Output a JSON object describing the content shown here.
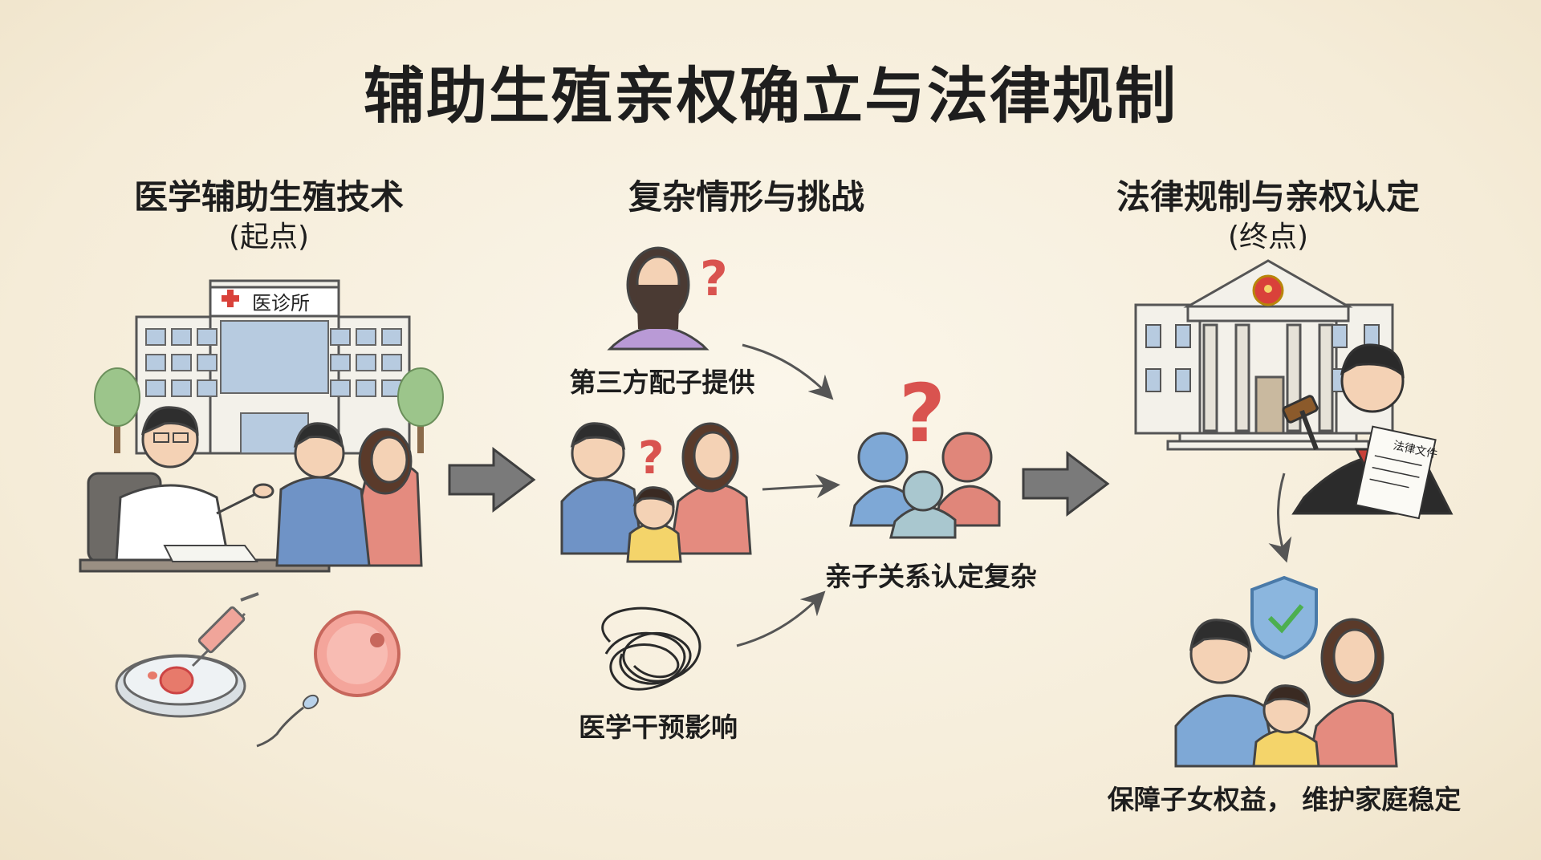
{
  "title": "辅助生殖亲权确立与法律规制",
  "columns": {
    "start": {
      "heading": "医学辅助生殖技术",
      "sub": "(起点)",
      "clinic_sign": "医诊所"
    },
    "middle": {
      "heading": "复杂情形与挑战",
      "third_party": "第三方配子提供",
      "medical_intervention": "医学干预影响",
      "result": "亲子关系认定复杂"
    },
    "end": {
      "heading": "法律规制与亲权认定",
      "sub": "(终点)",
      "document_label": "法律文件",
      "outcome": "保障子女权益， 维护家庭稳定"
    }
  },
  "icons": {
    "clinic": "hospital-building",
    "doctor": "doctor-figure",
    "couple": "couple-figures",
    "petri": "petri-dish-injection",
    "egg": "egg-cell",
    "sperm": "sperm-cell",
    "woman": "woman-question",
    "family": "family-question",
    "tangle": "tangled-scribble",
    "group": "group-question",
    "court": "court-building",
    "judge": "judge-gavel",
    "shield": "shield-check",
    "family_happy": "protected-family"
  },
  "colors": {
    "blue": "#7ea8d6",
    "red": "#e0867a",
    "purple": "#b99ad6",
    "yellow": "#f4d46a",
    "arrow": "#6b6b6b",
    "question": "#d9534f"
  }
}
